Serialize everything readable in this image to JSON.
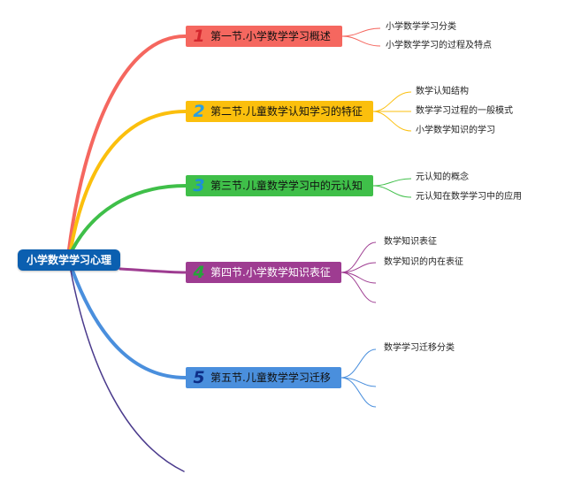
{
  "root": {
    "label": "小学数学学习心理"
  },
  "topics": [
    {
      "num": "1",
      "label": "第一节.小学数学学习概述"
    },
    {
      "num": "2",
      "label": "第二节.儿童数学认知学习的特征"
    },
    {
      "num": "3",
      "label": "第三节.儿童数学学习中的元认知"
    },
    {
      "num": "4",
      "label": "第四节.小学数学知识表征"
    },
    {
      "num": "5",
      "label": "第五节.儿童数学学习迁移"
    }
  ],
  "leaves": {
    "t1": [
      "小学数学学习分类",
      "小学数学学习的过程及特点"
    ],
    "t2": [
      "数学认知结构",
      "数学学习过程的一般模式",
      "小学数学知识的学习"
    ],
    "t3": [
      "元认知的概念",
      "元认知在数学学习中的应用"
    ],
    "t4": [
      "数学知识表征",
      "数学知识的内在表征"
    ],
    "t5": [
      "数学学习迁移分类"
    ]
  },
  "colors": {
    "root": "#0b5fb0",
    "topic1": "#f5675f",
    "topic2": "#fbbf0d",
    "topic3": "#3fbf49",
    "topic4": "#9e3c91",
    "topic5": "#4a8fdd",
    "extra_branch": "#4a3a8c"
  }
}
